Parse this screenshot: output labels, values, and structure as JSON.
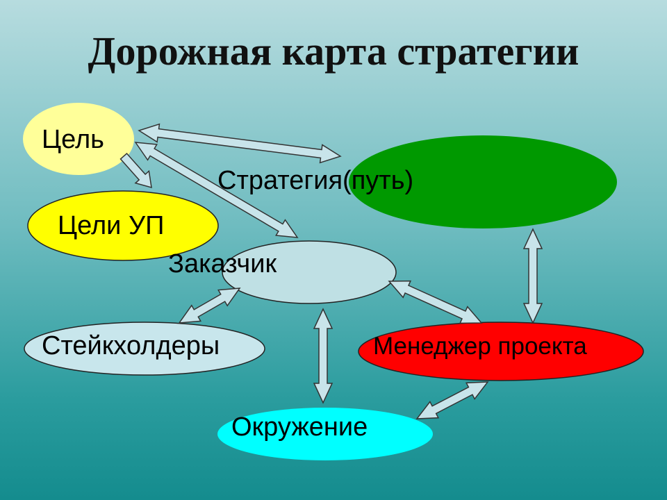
{
  "title": "Дорожная карта стратегии",
  "nodes": {
    "goal": {
      "label": "Цель",
      "color": "#ffff99"
    },
    "pm_goals": {
      "label": "Цели УП",
      "color": "#ffff00"
    },
    "strategy": {
      "label": "Стратегия(путь)",
      "color": "#009900"
    },
    "customer": {
      "label": "Заказчик",
      "color": "#bfe0e4"
    },
    "stakeholders": {
      "label": "Стейкхолдеры",
      "color": "#c8e6ec"
    },
    "manager": {
      "label": "Менеджер проекта",
      "color": "#ff0000"
    },
    "environment": {
      "label": "Окружение",
      "color": "#00ffff"
    }
  },
  "arrow_color": "#c8e4ea"
}
